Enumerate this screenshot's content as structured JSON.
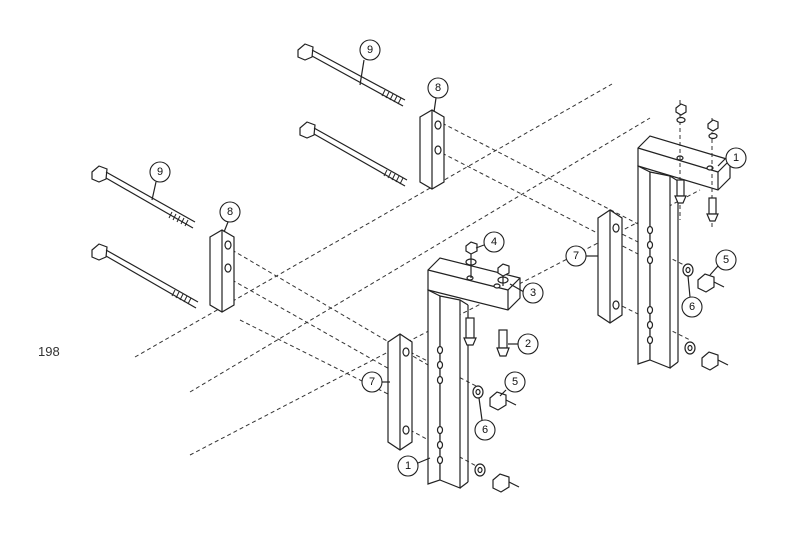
{
  "figure_label": "198",
  "callouts": {
    "c1a": "1",
    "c1b": "1",
    "c2": "2",
    "c3": "3",
    "c4": "4",
    "c5a": "5",
    "c5b": "5",
    "c6a": "6",
    "c6b": "6",
    "c7a": "7",
    "c7b": "7",
    "c8a": "8",
    "c8b": "8",
    "c9a": "9",
    "c9b": "9"
  },
  "colors": {
    "line": "#222222",
    "background": "#ffffff"
  }
}
